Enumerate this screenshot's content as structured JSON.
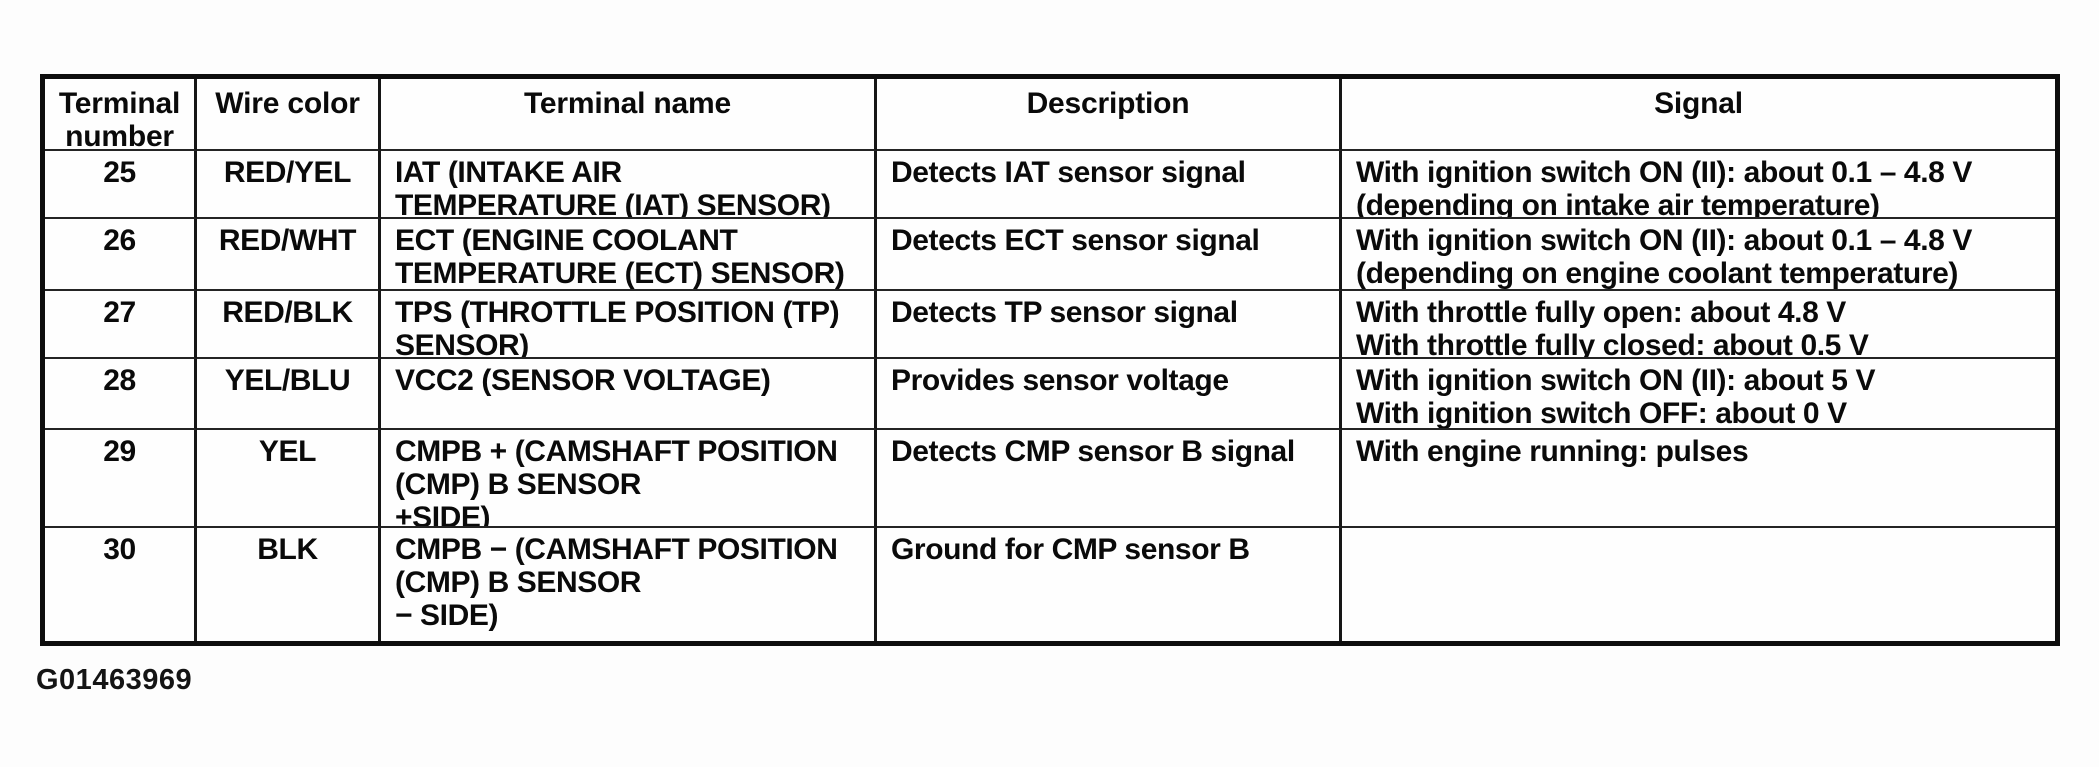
{
  "page": {
    "caption": "G01463969"
  },
  "table": {
    "headers": {
      "terminal_number": "Terminal\nnumber",
      "wire_color": "Wire color",
      "terminal_name": "Terminal name",
      "description": "Description",
      "signal": "Signal"
    },
    "rows": [
      {
        "terminal_number": "25",
        "wire_color": "RED/YEL",
        "terminal_name": "IAT (INTAKE AIR\nTEMPERATURE (IAT) SENSOR)",
        "description": "Detects IAT sensor signal",
        "signal": "With ignition switch ON (II): about 0.1 – 4.8 V\n(depending on intake air temperature)"
      },
      {
        "terminal_number": "26",
        "wire_color": "RED/WHT",
        "terminal_name": "ECT (ENGINE COOLANT\nTEMPERATURE (ECT) SENSOR)",
        "description": "Detects ECT sensor signal",
        "signal": "With ignition switch ON (II): about 0.1 – 4.8 V\n(depending on engine coolant temperature)"
      },
      {
        "terminal_number": "27",
        "wire_color": "RED/BLK",
        "terminal_name": "TPS (THROTTLE POSITION (TP)\nSENSOR)",
        "description": "Detects TP sensor signal",
        "signal": "With throttle fully open: about 4.8 V\nWith throttle fully closed: about 0.5 V"
      },
      {
        "terminal_number": "28",
        "wire_color": "YEL/BLU",
        "terminal_name": "VCC2 (SENSOR VOLTAGE)",
        "description": "Provides sensor voltage",
        "signal": "With ignition switch ON (II): about 5 V\nWith ignition switch OFF: about 0 V"
      },
      {
        "terminal_number": "29",
        "wire_color": "YEL",
        "terminal_name": "CMPB + (CAMSHAFT POSITION\n(CMP) B SENSOR\n+SIDE)",
        "description": "Detects CMP sensor B signal",
        "signal": "With engine running: pulses"
      },
      {
        "terminal_number": "30",
        "wire_color": "BLK",
        "terminal_name": "CMPB − (CAMSHAFT POSITION\n(CMP) B SENSOR\n− SIDE)",
        "description": "Ground for CMP sensor B",
        "signal": ""
      }
    ]
  }
}
